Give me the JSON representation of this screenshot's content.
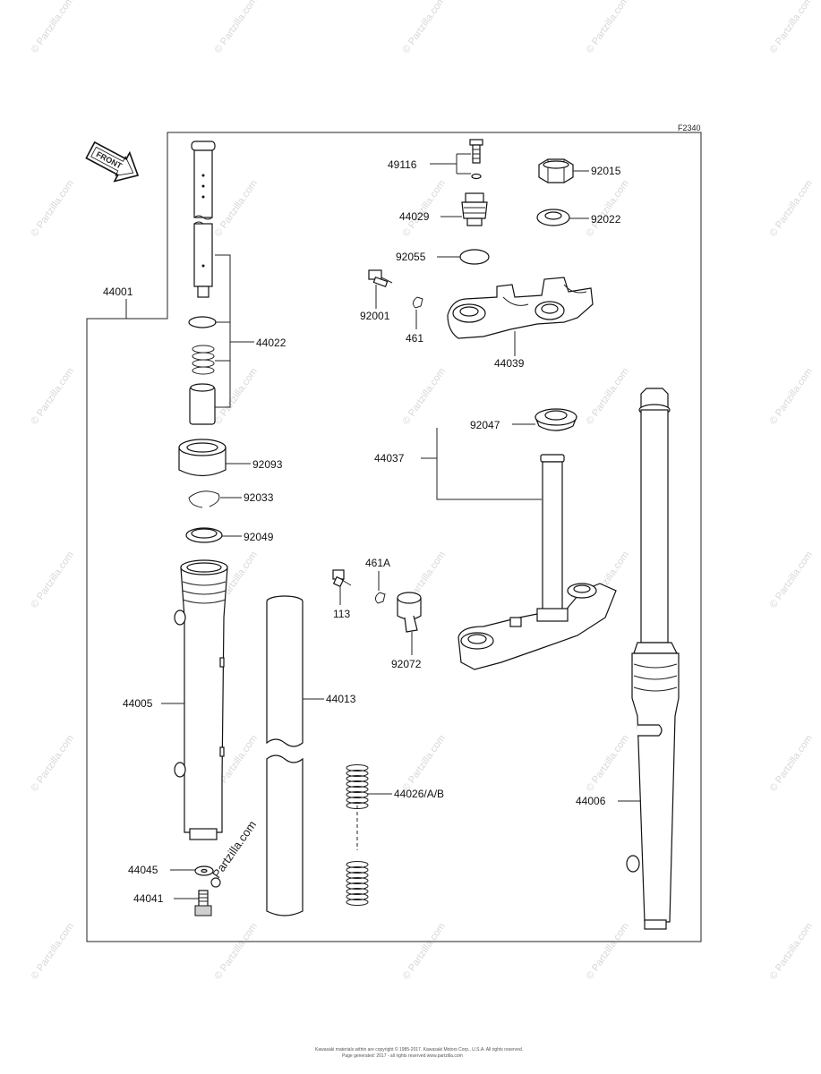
{
  "diagram_code": "F2340",
  "front_label": "FRONT",
  "watermark": "Partzilla.com",
  "watermark_overlay": "Partzilla.com",
  "parts": {
    "p44001": "44001",
    "p44022": "44022",
    "p92093": "92093",
    "p92033": "92033",
    "p92049": "92049",
    "p44005": "44005",
    "p44013": "44013",
    "p44045": "44045",
    "p44041": "44041",
    "p44026": "44026/A/B",
    "p49116": "49116",
    "p44029": "44029",
    "p92055": "92055",
    "p92001": "92001",
    "p461": "461",
    "p44039": "44039",
    "p92015": "92015",
    "p92022": "92022",
    "p92047": "92047",
    "p44037": "44037",
    "p461A": "461A",
    "p113": "113",
    "p92072": "92072",
    "p44006": "44006"
  },
  "footer_lines": [
    "Kawasaki materials within are copyright © 1985-2017. Kawasaki Motors Corp., U.S.A. All rights reserved.",
    "Page generated: 2017 - all rights reserved www.partzilla.com"
  ]
}
